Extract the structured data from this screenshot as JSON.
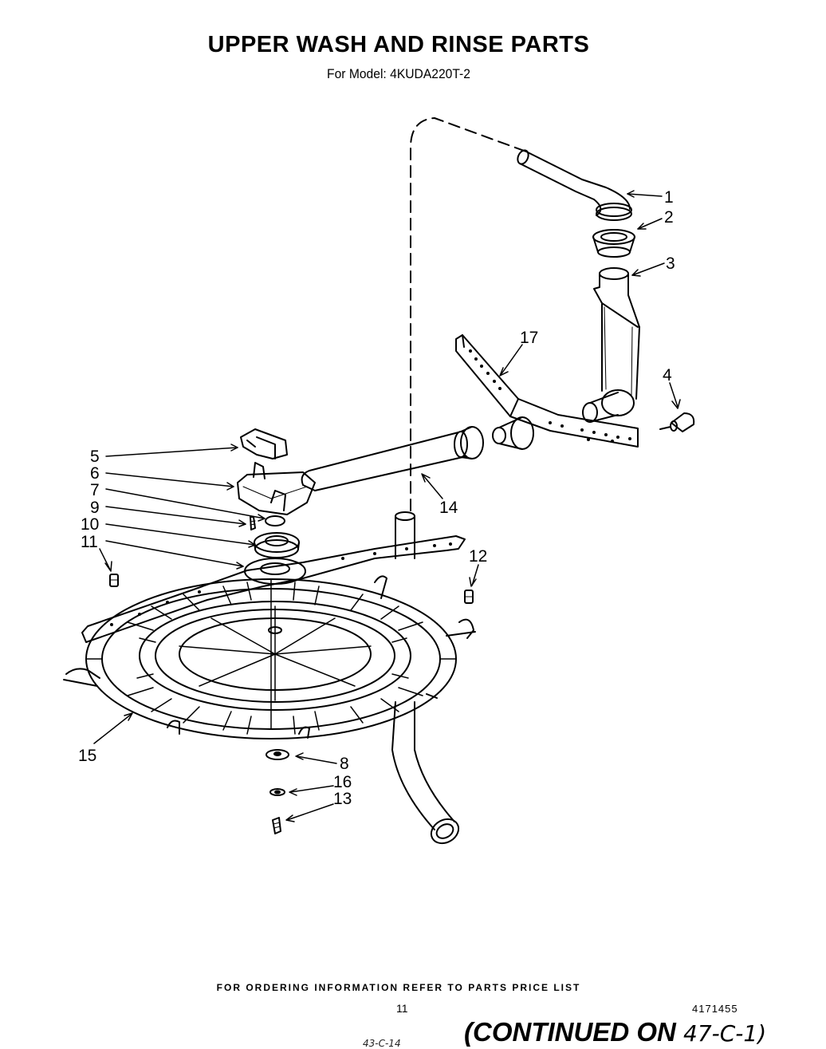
{
  "header": {
    "title": "UPPER WASH AND RINSE PARTS",
    "model_line": "For Model: 4KUDA220T-2"
  },
  "callouts": [
    "1",
    "2",
    "3",
    "4",
    "5",
    "6",
    "7",
    "9",
    "10",
    "11",
    "14",
    "17",
    "12",
    "15",
    "8",
    "16",
    "13"
  ],
  "footer": {
    "ordering_note": "FOR ORDERING INFORMATION REFER TO PARTS PRICE LIST",
    "page_number": "11",
    "document_number": "4171455",
    "continued_label": "(CONTINUED ON",
    "continued_ref": "47-C-1)",
    "handwritten_note": "43-C-14"
  }
}
